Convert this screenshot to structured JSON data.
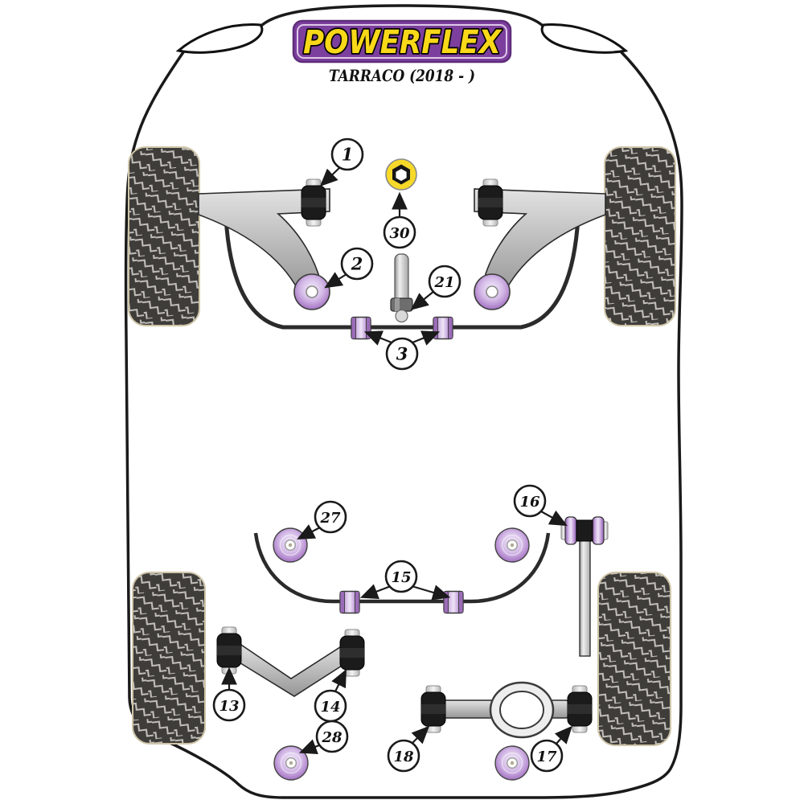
{
  "header": {
    "brand": "POWERFLEX",
    "model": "TARRACO (2018 - )"
  },
  "colors": {
    "logo_panel_purple": "#7c3f9d",
    "logo_panel_border": "#5e2d7a",
    "logo_text_yellow": "#f8d818",
    "bushing_purple": "#a878c8",
    "bushing_black": "#1b1b1b",
    "hex_part_yellow": "#f6d929",
    "arm_gray": "#b5b5b5",
    "tire_dark": "#3f3d3a",
    "outline_black": "#1a1a1a"
  },
  "callouts": {
    "c1": {
      "label": "1"
    },
    "c2": {
      "label": "2"
    },
    "c3": {
      "label": "3"
    },
    "c30": {
      "label": "30"
    },
    "c21": {
      "label": "21"
    },
    "c27": {
      "label": "27"
    },
    "c16": {
      "label": "16"
    },
    "c15": {
      "label": "15"
    },
    "c13": {
      "label": "13"
    },
    "c14": {
      "label": "14"
    },
    "c28": {
      "label": "28"
    },
    "c18": {
      "label": "18"
    },
    "c17": {
      "label": "17"
    }
  }
}
